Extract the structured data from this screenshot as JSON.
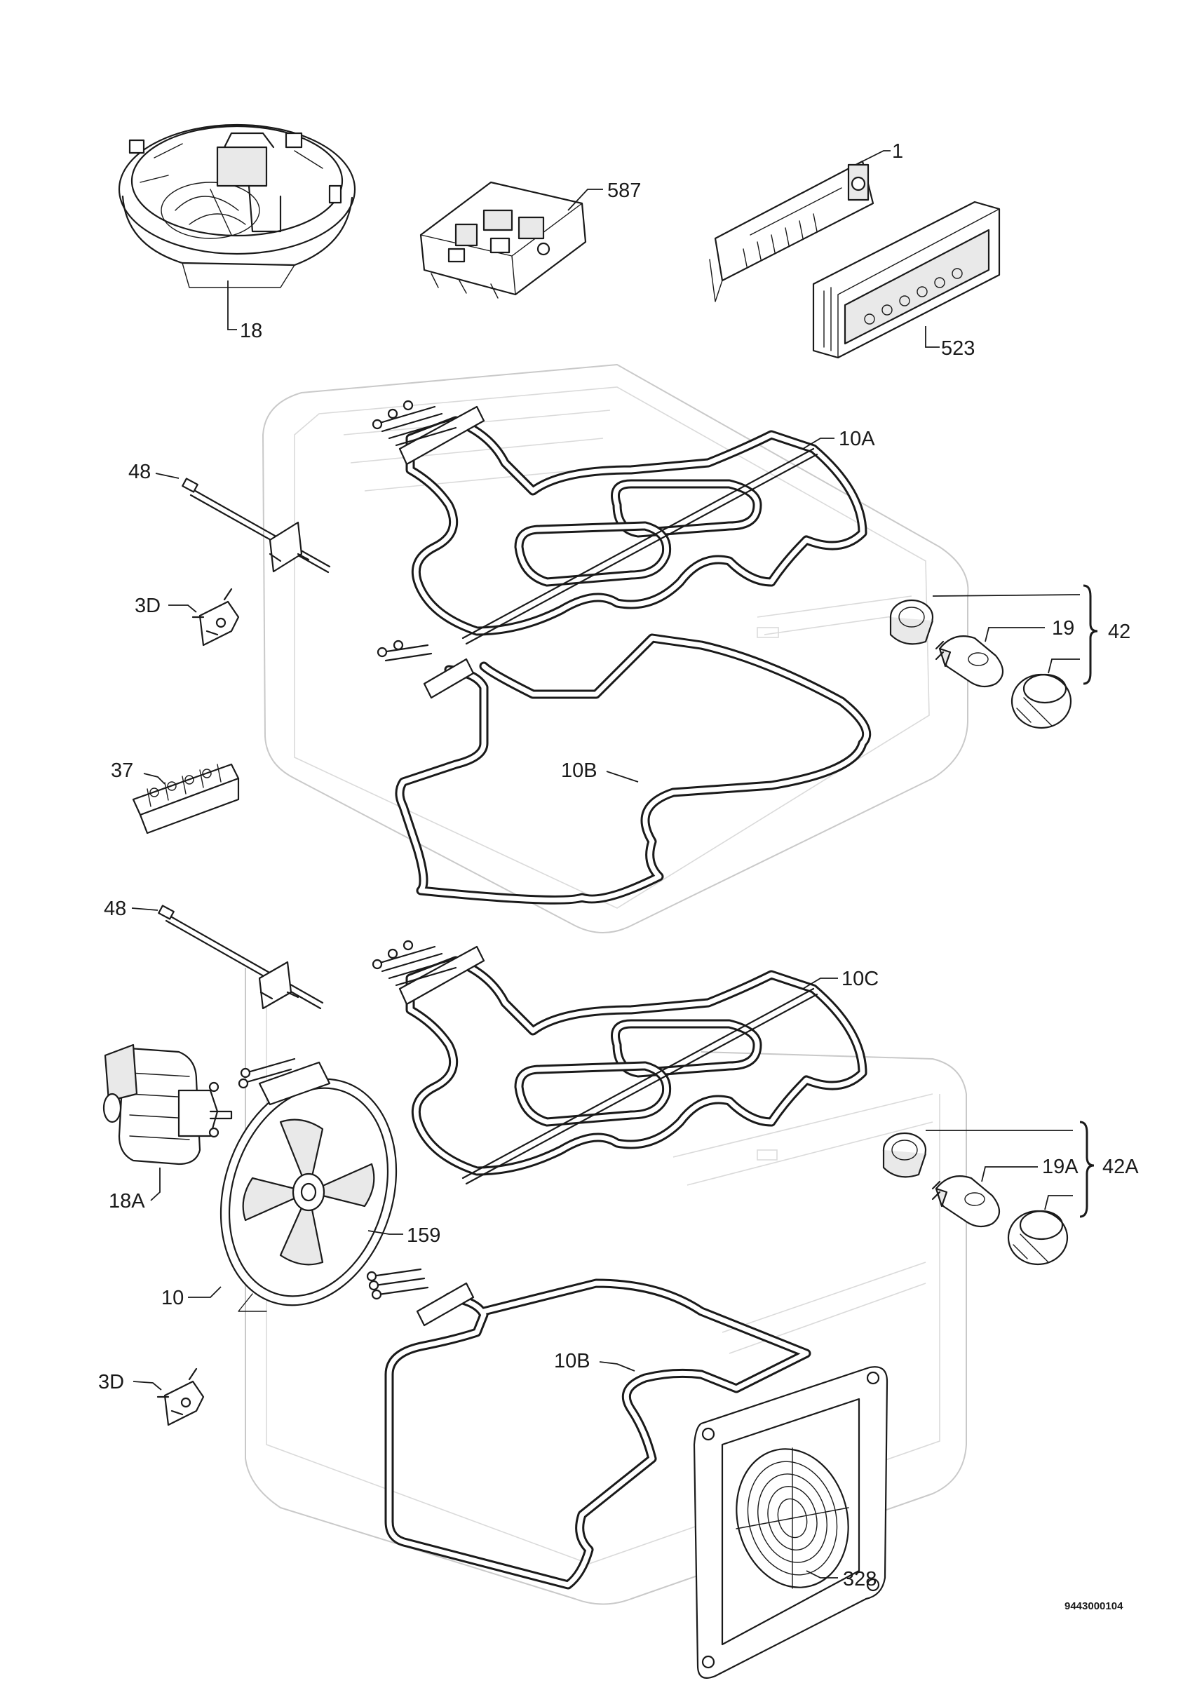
{
  "diagram": {
    "type": "exploded-parts-diagram",
    "drawing_code": "9443000104",
    "labels": {
      "l1": "1",
      "l587": "587",
      "l18": "18",
      "l523": "523",
      "l10A": "10A",
      "l48a": "48",
      "l3Da": "3D",
      "l19": "19",
      "l42": "42",
      "l37": "37",
      "l10Ba": "10B",
      "l48b": "48",
      "l10C": "10C",
      "l18A": "18A",
      "l159": "159",
      "l19A": "19A",
      "l42A": "42A",
      "l10": "10",
      "l3Db": "3D",
      "l10Bb": "10B",
      "l328": "328"
    }
  }
}
